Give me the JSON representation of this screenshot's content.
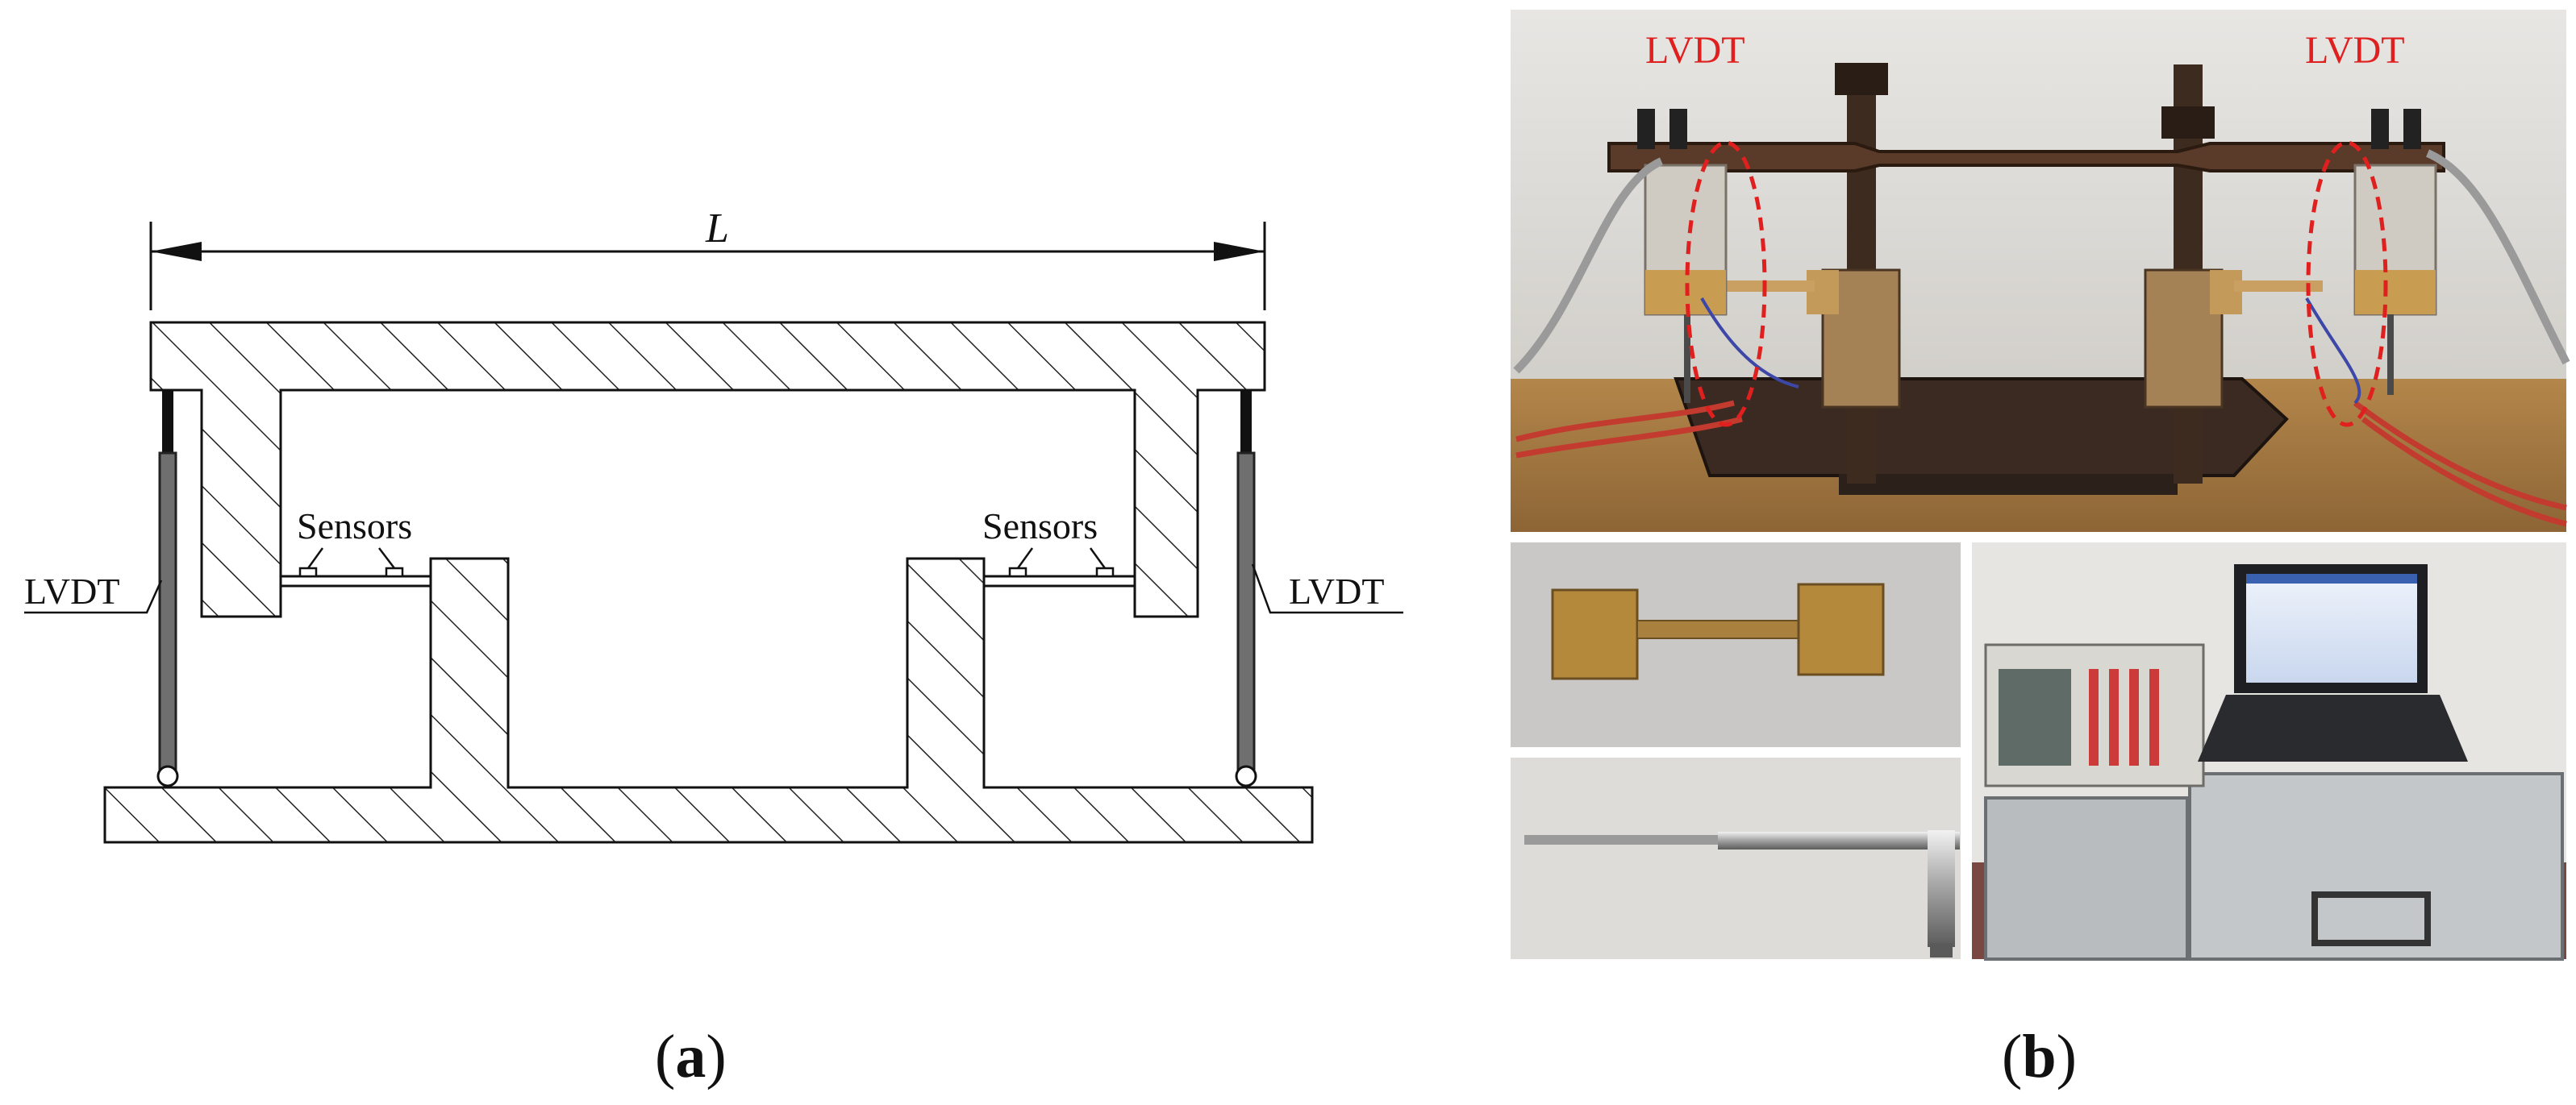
{
  "panel_a": {
    "dimension_label": "L",
    "sensors_left": "Sensors",
    "sensors_right": "Sensors",
    "lvdt_left": "LVDT",
    "lvdt_right": "LVDT",
    "caption": {
      "open": "(",
      "letter": "a",
      "close": ")"
    }
  },
  "panel_b": {
    "lvdt_label_left": "LVDT",
    "lvdt_label_right": "LVDT",
    "label_color": "#e0201e",
    "caption": {
      "open": "(",
      "letter": "b",
      "close": ")"
    }
  }
}
